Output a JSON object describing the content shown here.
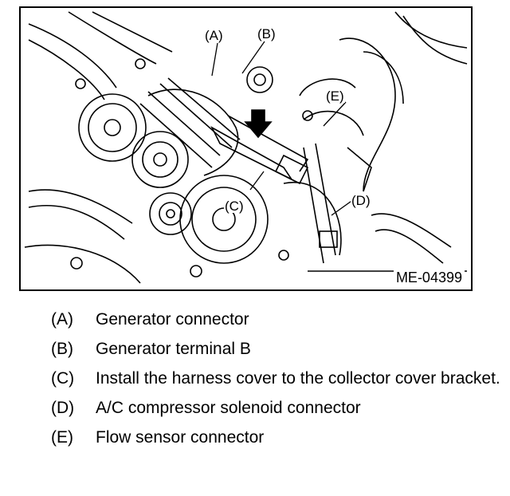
{
  "figure": {
    "id": "ME-04399",
    "callouts": {
      "a": "(A)",
      "b": "(B)",
      "c": "(C)",
      "d": "(D)",
      "e": "(E)"
    }
  },
  "legend": [
    {
      "key": "(A)",
      "text": "Generator connector"
    },
    {
      "key": "(B)",
      "text": "Generator terminal B"
    },
    {
      "key": "(C)",
      "text": "Install the harness cover to the collector cover bracket."
    },
    {
      "key": "(D)",
      "text": "A/C compressor solenoid connector"
    },
    {
      "key": "(E)",
      "text": "Flow sensor connector"
    }
  ]
}
